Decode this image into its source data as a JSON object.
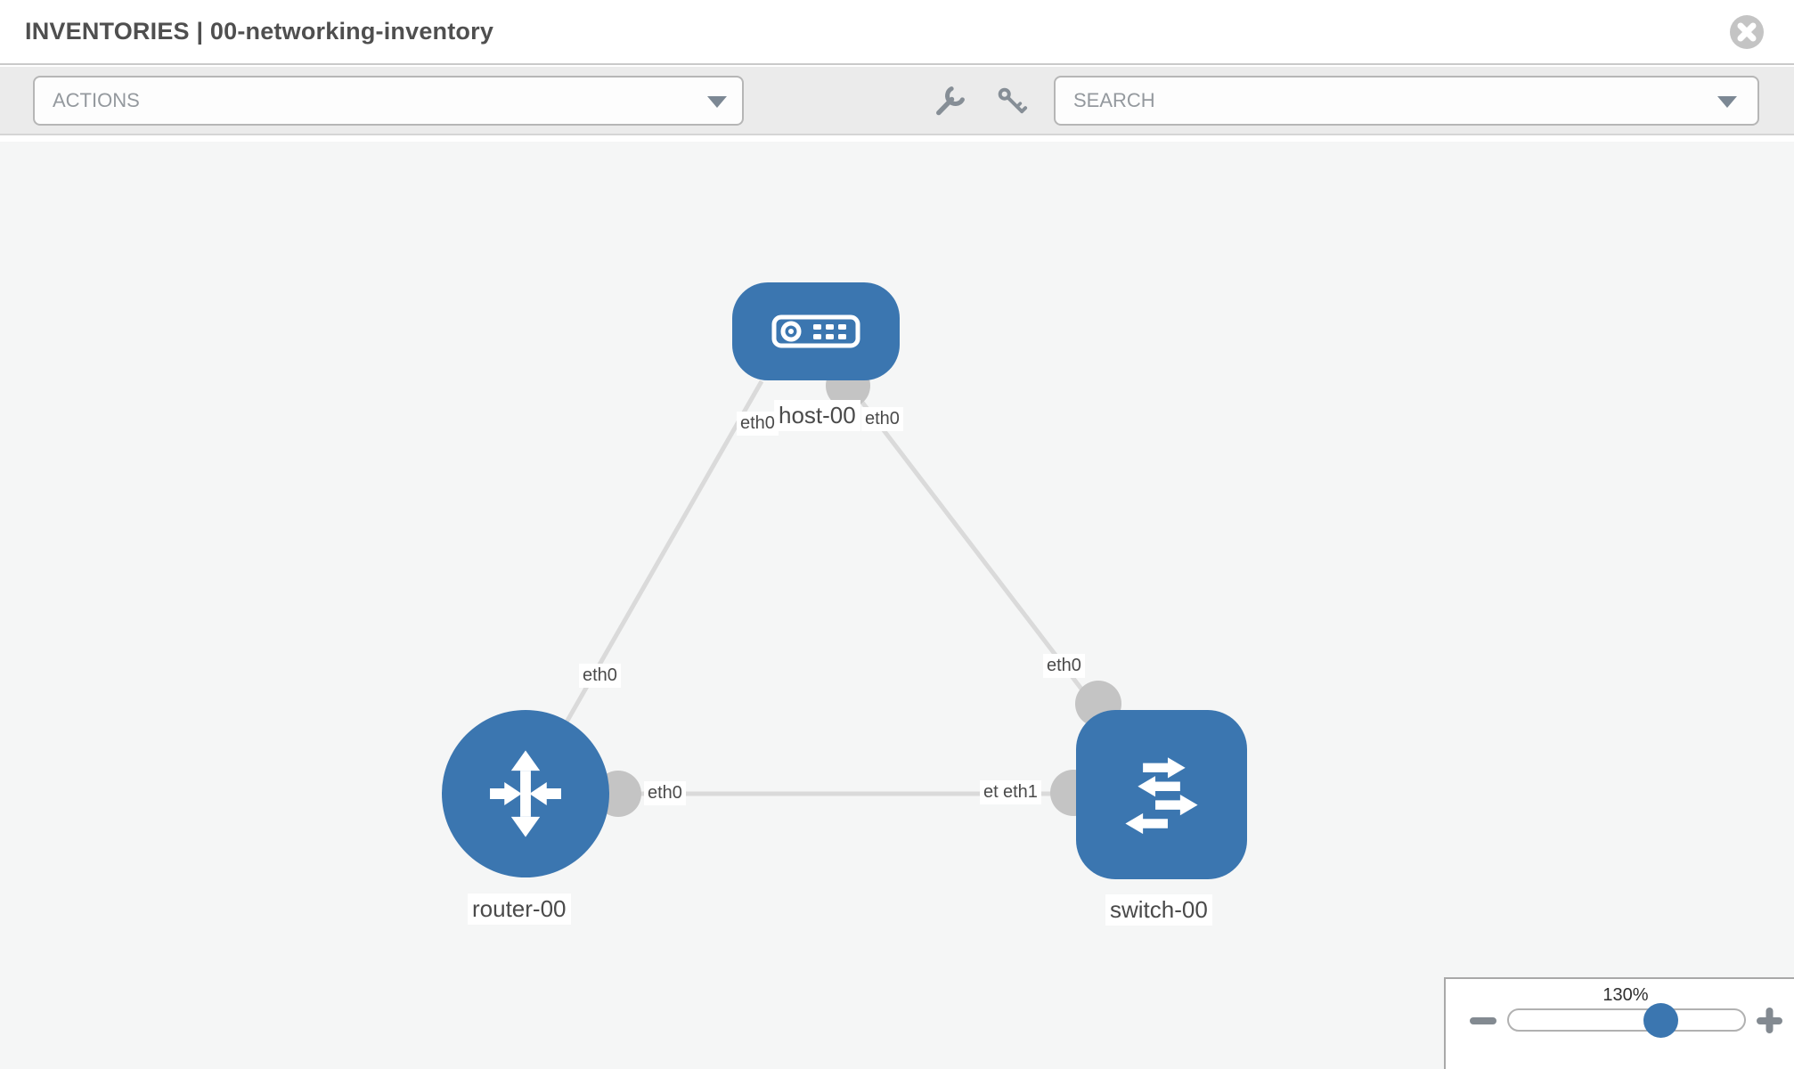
{
  "window": {
    "title": "INVENTORIES | 00-networking-inventory"
  },
  "toolbar": {
    "actions_label": "ACTIONS",
    "search_placeholder": "SEARCH",
    "icons": [
      "wrench-icon",
      "key-icon"
    ]
  },
  "topology": {
    "nodes": [
      {
        "name": "host-00",
        "type": "host"
      },
      {
        "name": "router-00",
        "type": "router"
      },
      {
        "name": "switch-00",
        "type": "switch"
      }
    ],
    "links": [
      {
        "from": "host-00",
        "from_interface": "eth0",
        "to": "router-00",
        "to_interface": "eth0"
      },
      {
        "from": "host-00",
        "from_interface": "eth0",
        "to": "switch-00",
        "to_interface": "eth0"
      },
      {
        "from": "router-00",
        "from_interface": "eth0",
        "to": "switch-00",
        "to_interface": "eth1"
      }
    ],
    "labels": {
      "host": "host-00",
      "router": "router-00",
      "switch": "switch-00",
      "host_router_host_end": "eth0",
      "host_switch_host_end": "eth0",
      "host_router_router_end": "eth0",
      "host_switch_switch_end": "eth0",
      "router_switch_router_end": "eth0",
      "router_switch_switch_end_rear": "eth0",
      "router_switch_switch_end_front": "eth1"
    }
  },
  "zoom_control": {
    "level": "130%"
  },
  "colors": {
    "node_blue": "#3b76b0",
    "link_gray": "#dadada",
    "port_gray": "#c4c4c4",
    "toolbar_bg": "#ebebeb",
    "canvas_bg": "#f5f6f6",
    "icon_gray": "#868e96"
  }
}
